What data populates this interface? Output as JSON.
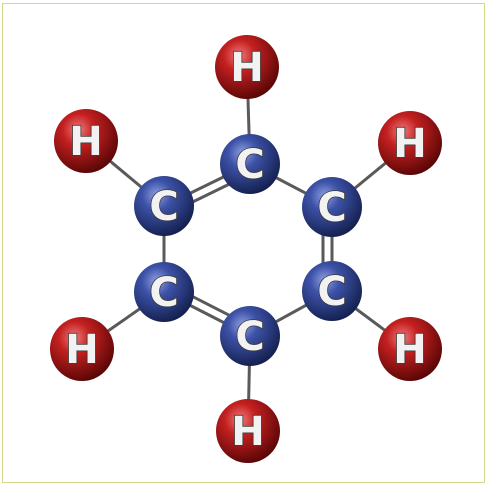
{
  "molecule": {
    "carbons": [
      {
        "id": "c1",
        "symbol": "C"
      },
      {
        "id": "c2",
        "symbol": "C"
      },
      {
        "id": "c3",
        "symbol": "C"
      },
      {
        "id": "c4",
        "symbol": "C"
      },
      {
        "id": "c5",
        "symbol": "C"
      },
      {
        "id": "c6",
        "symbol": "C"
      }
    ],
    "hydrogens": [
      {
        "id": "h1",
        "symbol": "H"
      },
      {
        "id": "h2",
        "symbol": "H"
      },
      {
        "id": "h3",
        "symbol": "H"
      },
      {
        "id": "h4",
        "symbol": "H"
      },
      {
        "id": "h5",
        "symbol": "H"
      },
      {
        "id": "h6",
        "symbol": "H"
      }
    ],
    "colors": {
      "carbon": "#2b3d8c",
      "hydrogen": "#b01818",
      "bond": "#5a5a5a",
      "frame": "#d4d98a"
    }
  }
}
